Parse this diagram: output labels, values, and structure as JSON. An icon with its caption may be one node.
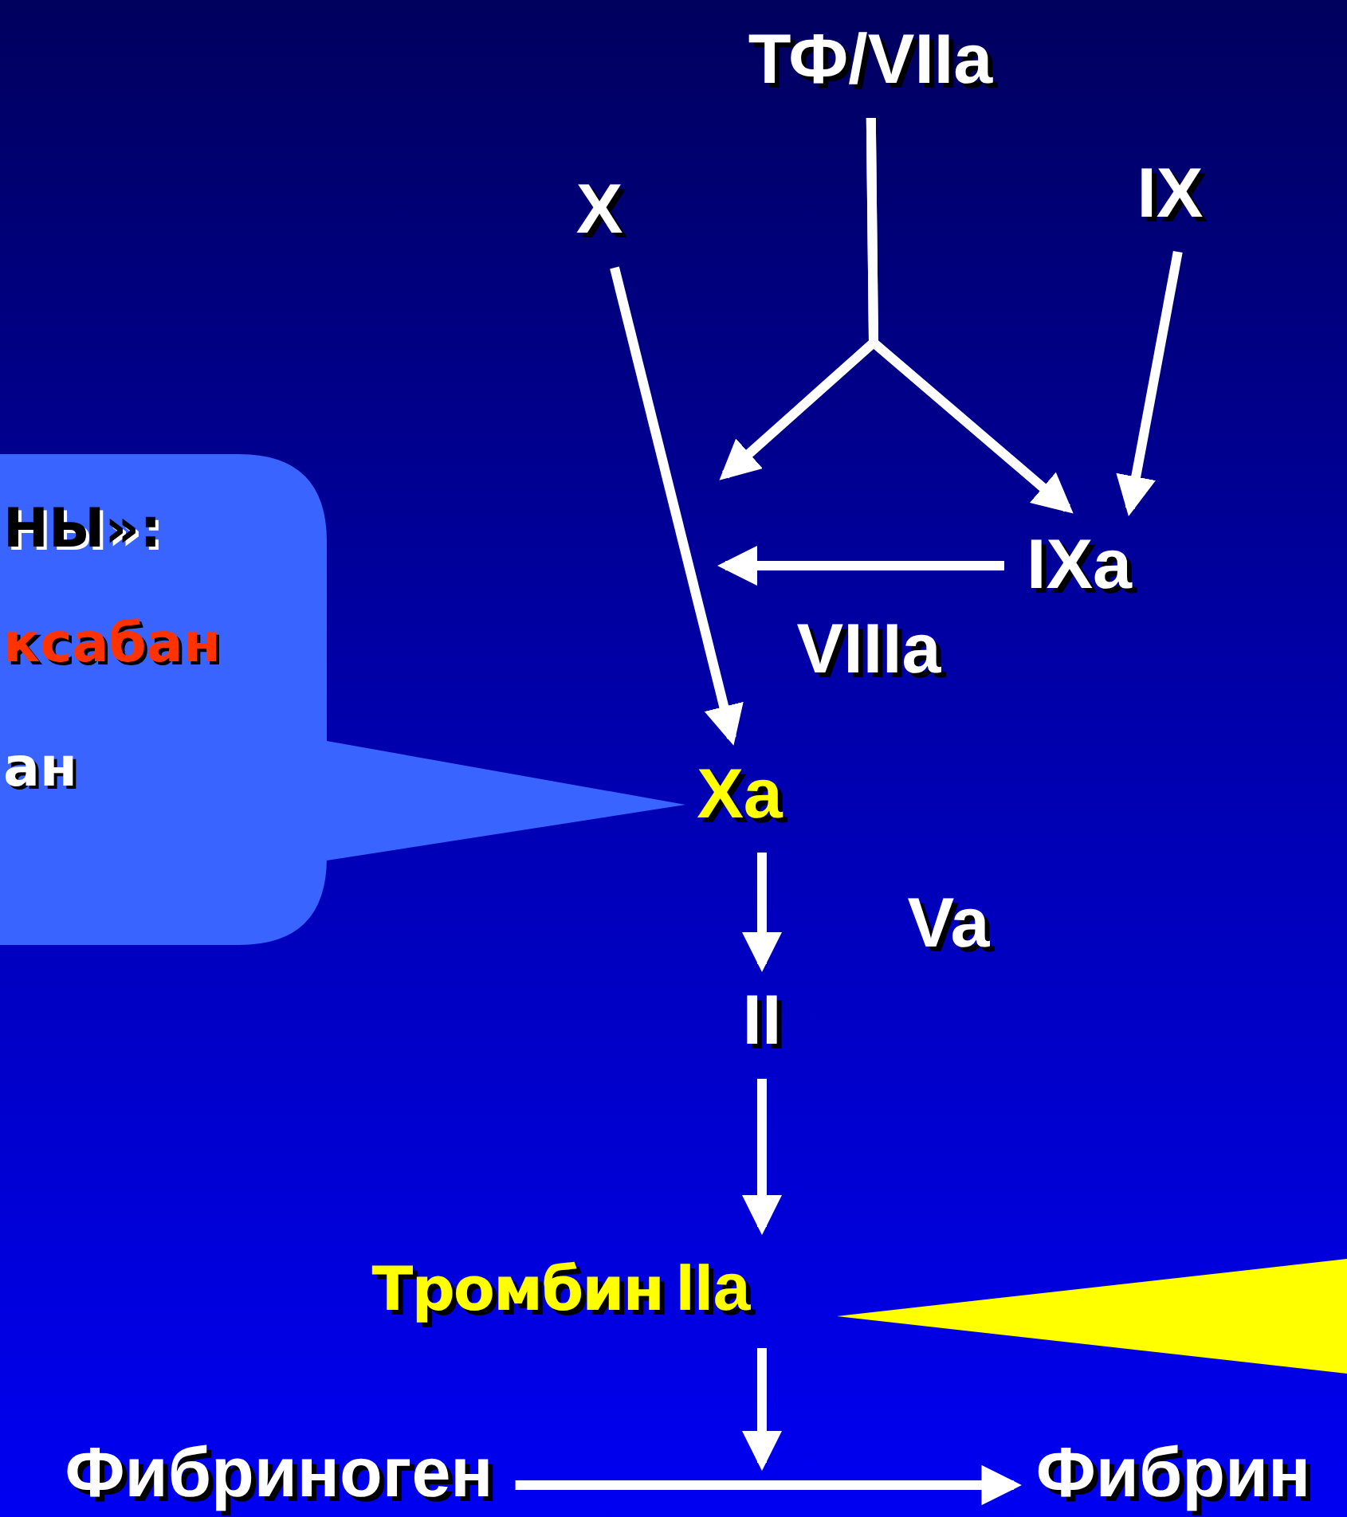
{
  "diagram": {
    "nodes": [
      {
        "text": [
          "ТФ/VIIa"
        ]
      },
      {
        "text": [
          "X"
        ]
      },
      {
        "text": [
          "IX"
        ]
      },
      {
        "text": [
          "IXa"
        ]
      },
      {
        "text": [
          "Xa"
        ]
      },
      {
        "text": [
          "II"
        ]
      },
      {
        "text": [
          "Тромбин",
          "IIa"
        ]
      },
      {
        "text": [
          "Фибриноген"
        ]
      },
      {
        "text": [
          "Фибрин"
        ]
      },
      {
        "text": [
          "НЫ»:",
          "ксабан",
          "ан"
        ]
      },
      {
        "text": [],
        "shape": "triangle"
      }
    ],
    "edges": [
      {
        "from": 0,
        "to": null,
        "arrow": "to"
      },
      {
        "from": 0,
        "to": 3,
        "arrow": "to"
      },
      {
        "from": 2,
        "to": 3,
        "arrow": "to"
      },
      {
        "from": 3,
        "to": null,
        "arrow": "to",
        "label": "VIIIa"
      },
      {
        "from": 1,
        "to": 4,
        "arrow": "to"
      },
      {
        "from": 4,
        "to": 5,
        "arrow": "to",
        "label": "Va"
      },
      {
        "from": 5,
        "to": 6,
        "arrow": "to"
      },
      {
        "from": 6,
        "to": null,
        "arrow": "to"
      },
      {
        "from": 7,
        "to": 8,
        "arrow": "to"
      }
    ]
  }
}
